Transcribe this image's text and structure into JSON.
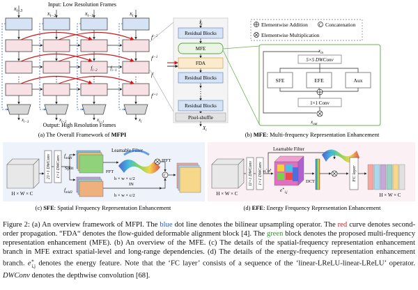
{
  "panel_a": {
    "caption_prefix": "(a)",
    "caption_text": "The Overall Framework of",
    "caption_bold": "MFPI",
    "input_label": "Input: Low Resolution Frames",
    "output_label": "Output: High Resolution Frames",
    "in_frames": [
      "x",
      "x",
      "x",
      "x"
    ],
    "in_subs": [
      "i−3",
      "i−2",
      "i−1",
      "i"
    ],
    "out_subs": [
      "i−3",
      "i−2",
      "i−1",
      "i"
    ],
    "feat_sub_top": "i−2",
    "feat_sub_mid": "i−1",
    "f_sup": [
      "l−2",
      "l−1",
      "l",
      "l+1"
    ]
  },
  "panel_b": {
    "caption_prefix": "(b)",
    "caption_bold": "MFE",
    "caption_text": ": Multi-frequency Representation Enhancement",
    "blocks": [
      "Residual Blocks",
      "MFE",
      "FDA",
      "Residual Blocks",
      "Residual Blocks",
      "Pixel-shuffle"
    ],
    "dots": "⋮",
    "x_in": "x",
    "x_in_sub": "i",
    "x_out": "X",
    "x_out_sub": "i"
  },
  "legend": {
    "add": "Elementwise Addition",
    "concat": "Concatenation",
    "mult": "Elementwise Multiplication"
  },
  "mfe_detail": {
    "x_in": "x",
    "x_in_sub": "in",
    "dwconv": "5×5 DWConv",
    "sfe": "SFE",
    "efe": "EFE",
    "aux": "Aux",
    "conv": "1×1 Conv",
    "x_out": "x",
    "x_out_sub": "out"
  },
  "panel_c": {
    "caption_prefix": "(c)",
    "caption_bold": "SFE",
    "caption_text": ": Spatial Frequency Representation Enhancement",
    "dim": "H × W × C",
    "conv1": "1×1 DWConv",
    "conv2": "21×1 DWConv",
    "split": "Split",
    "f_mid1": "f",
    "f_mid1_sub": "mid1",
    "f_mid2": "f",
    "f_mid2_sub": "mid2",
    "learnable": "Learnable Filter",
    "fft": "FFT",
    "ifft": "IFFT",
    "in": "IN",
    "half1": "h × w × c/2",
    "half2": "h × w × c/2"
  },
  "panel_d": {
    "caption_prefix": "(d)",
    "caption_bold": "EFE",
    "caption_text": ": Energy Frequency Representation Enhancement",
    "dim": "H × W × C",
    "conv1": "1×1 DWConv",
    "conv2": "11×1 DWConv",
    "learnable": "Learnable Filter",
    "stats": "μ̂, σ̂²",
    "e_lbl": "e",
    "e_sub": "i,j",
    "e_sup": "∗",
    "dct": "DCT",
    "fc": "FC layer"
  },
  "caption": {
    "lead": "Figure 2: (a) An overview framework of MFPI. The",
    "blue": "blue",
    "s2": "dot line denotes the bilinear upsampling operator. The",
    "red": "red",
    "s3": "curve denotes second-order propagation. “FDA“ denotes the flow-guided deformable alignment block [4]. The",
    "green": "green",
    "s4": "block denotes the proposed multi-frequency representation enhancement (MFE). (b) An overview of the MFE. (c) The details of the spatial-frequency representation enhancement branch in MFE extract spatial-level and long-range dependencies. (d) The details of the energy-frequency representation enhancement branch.",
    "e_sym": "e",
    "e_sub": "i,j",
    "e_sup": "∗",
    "s5": "denotes the energy feature. Note that the ‘FC layer’ consists of a sequence of the ‘linear-LReLU-linear-LReLU’ operator.",
    "dwconv": "DWConv",
    "s6": "denotes the depthwise convolution [68]."
  }
}
